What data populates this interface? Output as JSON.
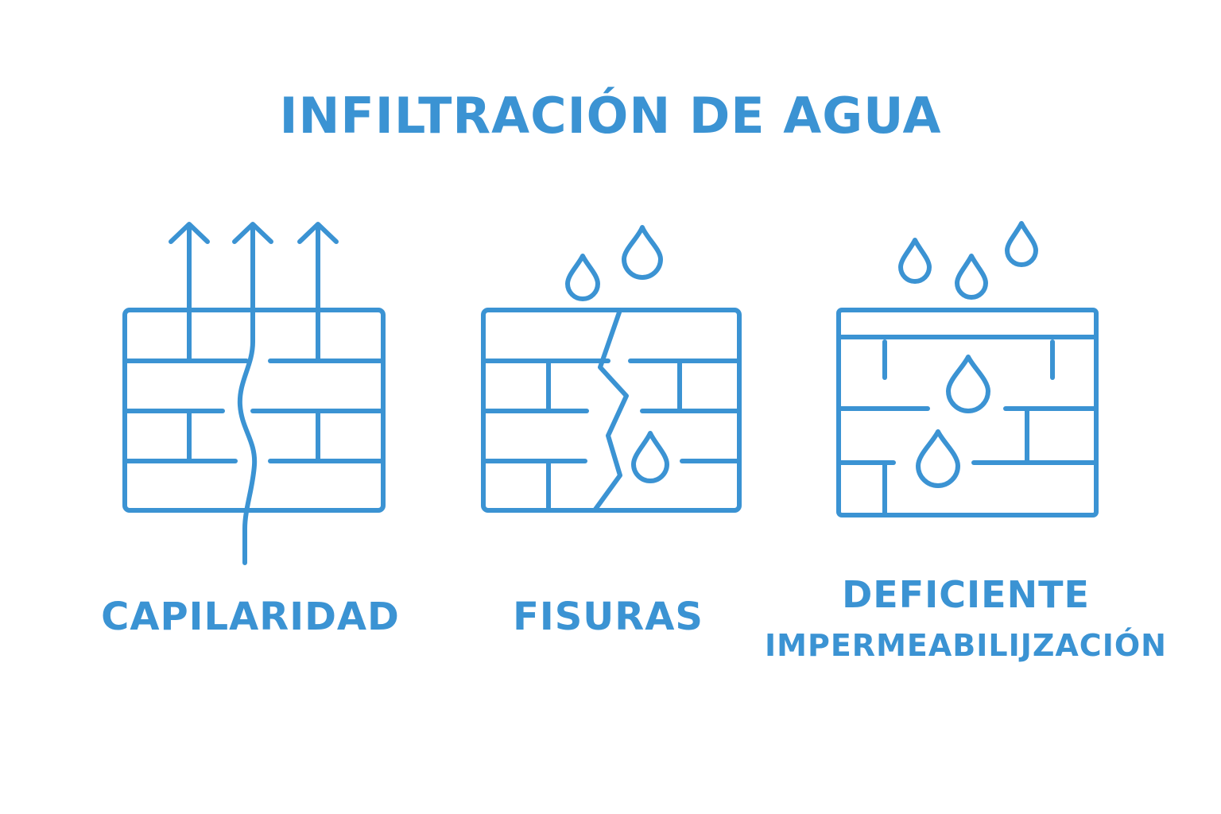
{
  "title": "INFILTRACIÓN DE AGUA",
  "accent_color": "#3b93d3",
  "panels": [
    {
      "label": "CAPILARIDAD",
      "icon": "brick-wall-with-rising-arrows-icon"
    },
    {
      "label": "FISURAS",
      "icon": "cracked-brick-wall-with-drops-icon"
    },
    {
      "label_line1": "DEFICIENTE",
      "label_line2": "IMPERMEABILIJZACIÓN",
      "icon": "brick-wall-with-leaking-drops-icon"
    }
  ]
}
